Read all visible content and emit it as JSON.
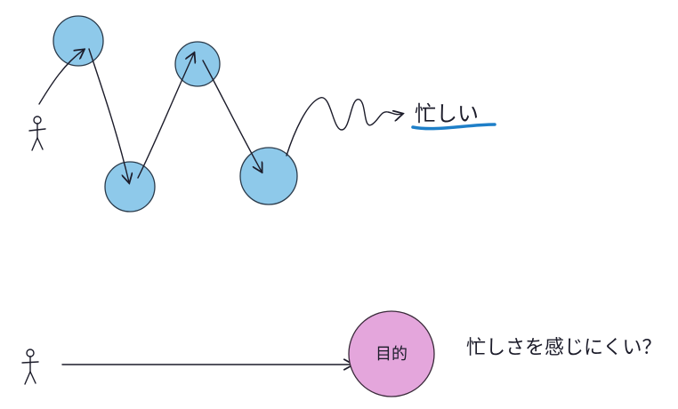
{
  "top_scenario": {
    "word": "忙しい",
    "underline_color": "#1e7fc8"
  },
  "bottom_scenario": {
    "goal_label": "目的",
    "question": "忙しさを感じにくい？"
  },
  "colors": {
    "task_fill": "#8ec9ea",
    "task_stroke": "#2a3a4a",
    "goal_fill": "#e4a6dc",
    "goal_stroke": "#3a2a3a",
    "ink": "#1c1c2a"
  }
}
